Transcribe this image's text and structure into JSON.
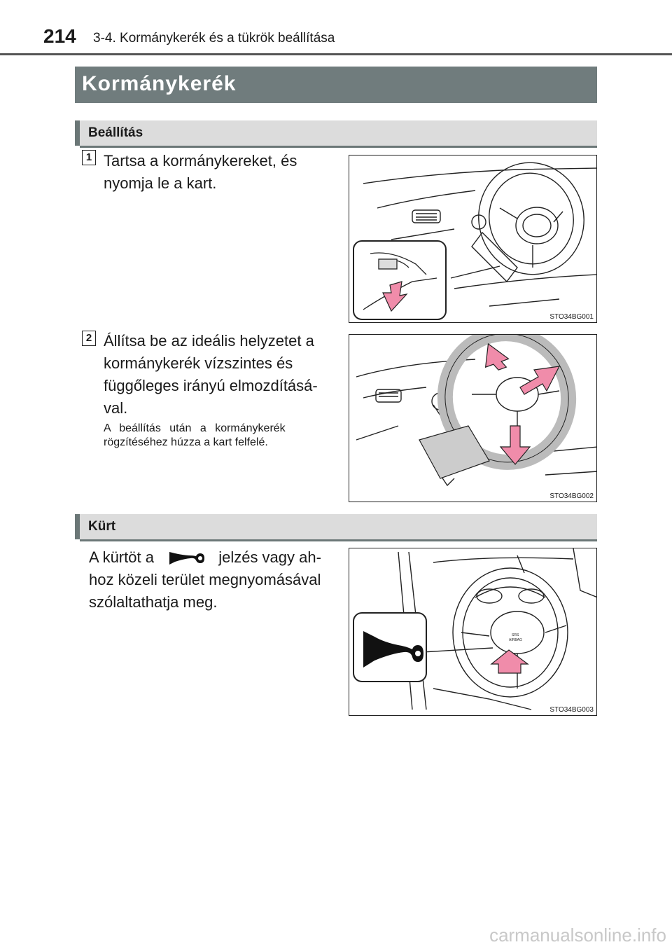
{
  "header": {
    "page_number": "214",
    "running_title": "3-4. Kormánykerék és a tükrök beállítása"
  },
  "section": {
    "title": "Kormánykerék"
  },
  "adjust": {
    "heading": "Beállítás",
    "step1": {
      "badge": "1",
      "text_line1": "Tartsa a kormánykereket, és",
      "text_line2": "nyomja le a kart.",
      "figure_id": "STO34BG001"
    },
    "step2": {
      "badge": "2",
      "text_line1": "Állítsa be az ideális helyzetet a",
      "text_line2": "kormánykerék vízszintes és",
      "text_line3": "függőleges irányú elmozdításá-",
      "text_line4": "val.",
      "note_line1": "A beállítás után a kormánykerék",
      "note_line2": "rögzítéséhez húzza a kart felfelé.",
      "figure_id": "STO34BG002"
    }
  },
  "horn": {
    "heading": "Kürt",
    "text_before_icon": "A kürtöt a",
    "text_after_icon": "jelzés vagy ah-",
    "text_line2": "hoz közeli terület megnyomásával",
    "text_line3": "szólaltathatja meg.",
    "icon": "horn-icon",
    "figure_id": "STO34BG003"
  },
  "watermark": "carmanualsonline.info",
  "colors": {
    "title_bar": "#707c7d",
    "sub_bar": "#dcdcdc",
    "accent_arrow": "#f08caa"
  }
}
